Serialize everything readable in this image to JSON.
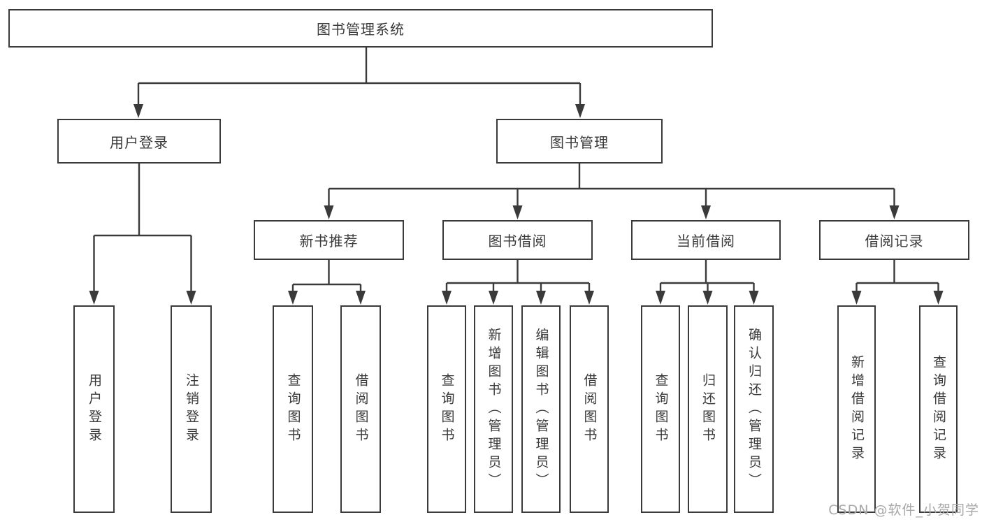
{
  "diagram": {
    "title": "图书管理系统",
    "root": "图书管理系统",
    "level2": [
      "用户登录",
      "图书管理"
    ],
    "level3": [
      "新书推荐",
      "图书借阅",
      "当前借阅",
      "借阅记录"
    ],
    "leaves": [
      "用户登录",
      "注销登录",
      "查询图书",
      "借阅图书",
      "查询图书",
      "新增图书（管理员）",
      "编辑图书（管理员）",
      "借阅图书",
      "查询图书",
      "归还图书",
      "确认归还（管理员）",
      "新增借阅记录",
      "查询借阅记录"
    ],
    "structure": {
      "图书管理系统": {
        "用户登录": [
          "用户登录",
          "注销登录"
        ],
        "图书管理": {
          "新书推荐": [
            "查询图书",
            "借阅图书"
          ],
          "图书借阅": [
            "查询图书",
            "新增图书（管理员）",
            "编辑图书（管理员）",
            "借阅图书"
          ],
          "当前借阅": [
            "查询图书",
            "归还图书",
            "确认归还（管理员）"
          ],
          "借阅记录": [
            "新增借阅记录",
            "查询借阅记录"
          ]
        }
      }
    }
  },
  "watermark": "CSDN @软件_小贺同学",
  "colors": {
    "line": "#3a3a3a",
    "box_border": "#3a3a3a",
    "text": "#3a3a3a",
    "box_background": "#ffffff",
    "page_background": "#ffffff",
    "watermark": "#a8a8a8"
  }
}
